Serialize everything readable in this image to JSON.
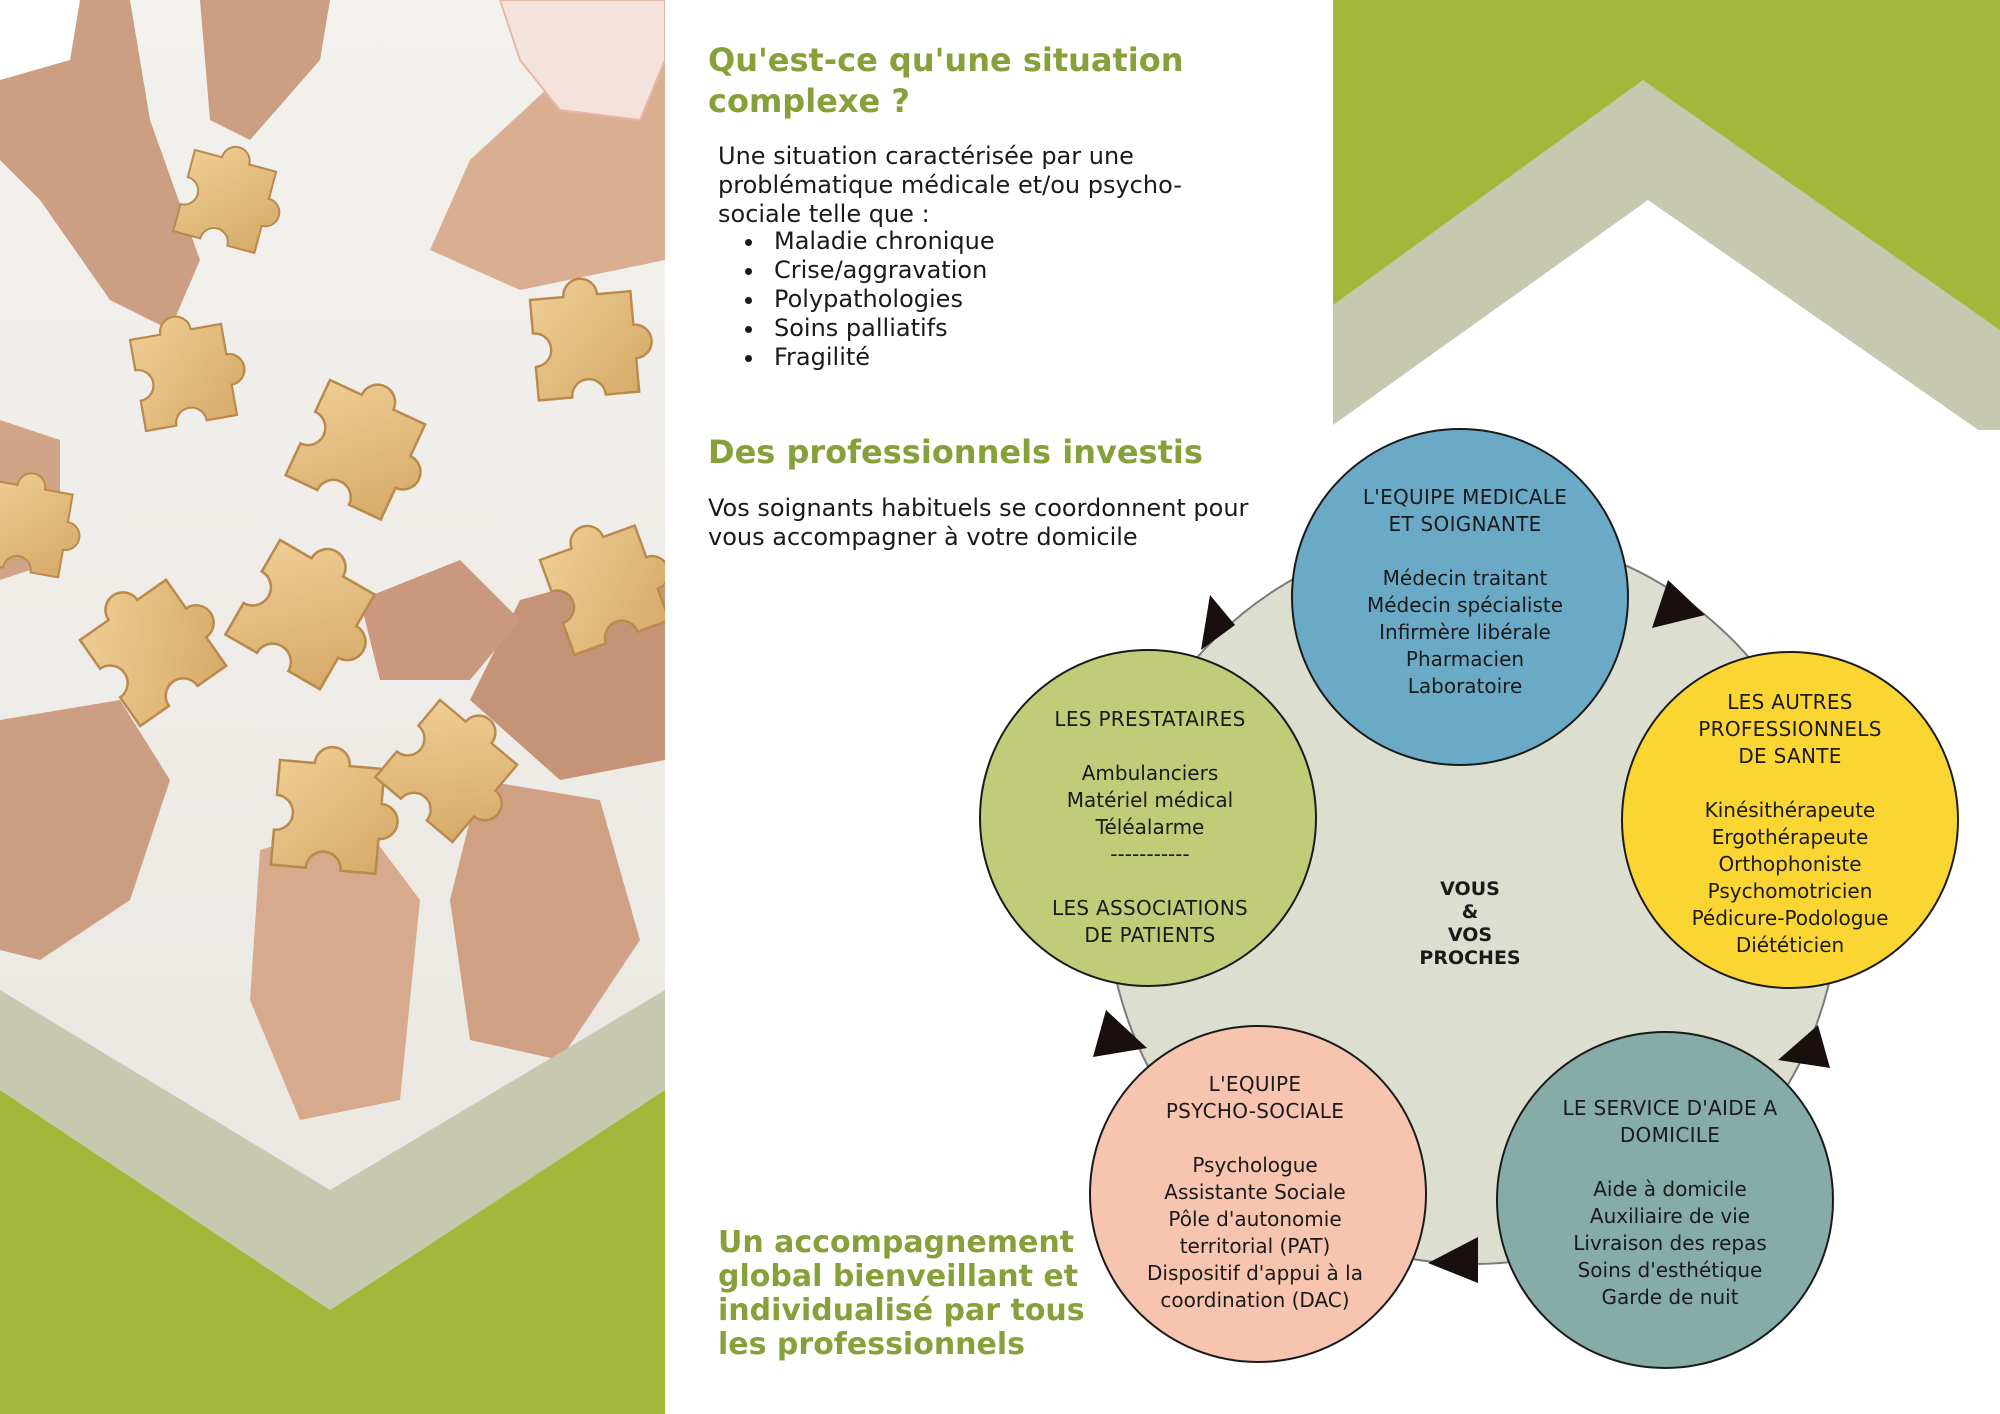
{
  "colors": {
    "accent_green": "#86a03a",
    "panel_green": "#a3b83a",
    "chevron_grey": "#c6c8b0",
    "ring_grey": "#dcdfd0",
    "medicale_blue": "#6aaac6",
    "autres_yellow": "#fbd632",
    "aide_teal": "#85aca7",
    "psycho_pink": "#f7c4b0",
    "prestataires_green": "#c1cc79"
  },
  "icons": {
    "arrow": "triangle-arrow-icon",
    "photo": "puzzle-hands-photo"
  },
  "section1": {
    "title": "Qu'est-ce qu'une situation complexe ?",
    "intro": "Une situation caractérisée par une problématique médicale et/ou psycho-sociale telle que :",
    "bullets": [
      "Maladie chronique",
      "Crise/aggravation",
      "Polypathologies",
      "Soins palliatifs",
      "Fragilité"
    ]
  },
  "section2": {
    "title": "Des professionnels investis",
    "body": "Vos  soignants habituels se coordonnent pour vous accompagner à votre domicile"
  },
  "section3": {
    "title": "Un accompagnement global bienveillant et individualisé par tous les professionnels"
  },
  "diagram": {
    "center": [
      "VOUS",
      "&",
      "VOS",
      "PROCHES"
    ],
    "medicale": {
      "title": [
        "L'EQUIPE MEDICALE",
        "ET SOIGNANTE"
      ],
      "items": [
        "Médecin traitant",
        "Médecin spécialiste",
        "Infirmère libérale",
        "Pharmacien",
        "Laboratoire"
      ]
    },
    "autres": {
      "title": [
        "LES AUTRES",
        "PROFESSIONNELS",
        "DE SANTE"
      ],
      "items": [
        "Kinésithérapeute",
        "Ergothérapeute",
        "Orthophoniste",
        "Psychomotricien",
        "Pédicure-Podologue",
        "Diététicien"
      ]
    },
    "aide": {
      "title": [
        "LE SERVICE D'AIDE A",
        "DOMICILE"
      ],
      "items": [
        "Aide à domicile",
        "Auxiliaire de vie",
        "Livraison des repas",
        "Soins d'esthétique",
        "Garde de nuit"
      ]
    },
    "psycho": {
      "title": [
        "L'EQUIPE",
        "PSYCHO-SOCIALE"
      ],
      "items": [
        "Psychologue",
        "Assistante Sociale",
        "Pôle d'autonomie",
        "territorial (PAT)",
        "Dispositif d'appui à la",
        "coordination (DAC)"
      ]
    },
    "prestataires": {
      "title": [
        "LES PRESTATAIRES"
      ],
      "items": [
        "Ambulanciers",
        "Matériel médical",
        "Téléalarme",
        "-----------"
      ],
      "title2": [
        "LES ASSOCIATIONS",
        "DE PATIENTS"
      ]
    }
  }
}
